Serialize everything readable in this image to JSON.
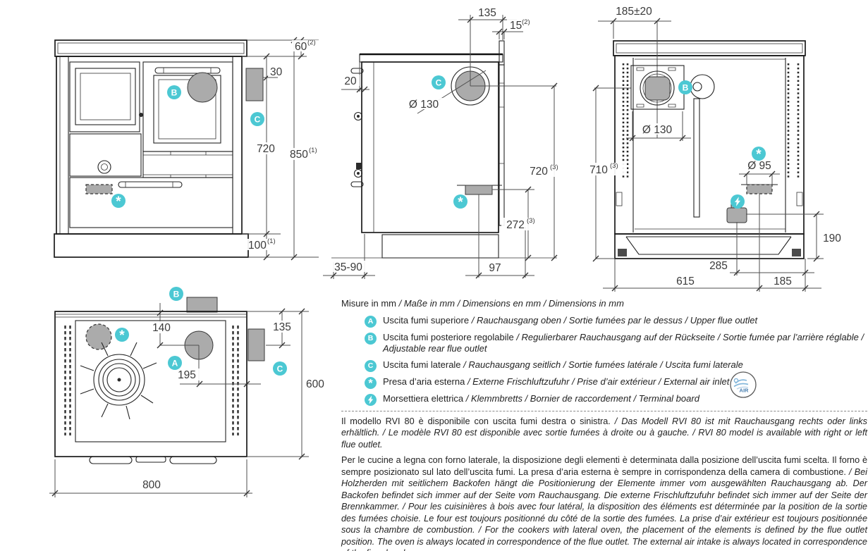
{
  "colors": {
    "accent": "#4cc8d3",
    "fill_gray": "#ababab"
  },
  "views": {
    "front": {
      "badges": {
        "b": "B",
        "c": "C",
        "air": "*"
      },
      "dims": {
        "h60": "60",
        "h60_sup": "(2)",
        "h30": "30",
        "h720": "720",
        "h850": "850",
        "h850_sup": "(1)",
        "h100": "100",
        "h100_sup": "(1)"
      }
    },
    "side": {
      "badges": {
        "c": "C",
        "air": "*"
      },
      "dims": {
        "w135": "135",
        "w15": "15",
        "w15_sup": "(2)",
        "w20": "20",
        "dia130": "Ø 130",
        "h720": "720",
        "h720_sup": "(3)",
        "h272": "272",
        "h272_sup": "(3)",
        "w3590": "35-90",
        "w97": "97"
      }
    },
    "rear": {
      "badges": {
        "b": "B",
        "air": "*"
      },
      "dims": {
        "w185t": "185±20",
        "dia130": "Ø 130",
        "h710": "710",
        "h710_sup": "(3)",
        "dia95": "Ø 95",
        "h190": "190",
        "w285": "285",
        "w615": "615",
        "w185": "185"
      }
    },
    "top": {
      "badges": {
        "a": "A",
        "b": "B",
        "c": "C",
        "air": "*"
      },
      "dims": {
        "w140": "140",
        "w135": "135",
        "w195": "195",
        "d600": "600",
        "w800": "800"
      }
    }
  },
  "legend": {
    "title_regular": "Misure in mm ",
    "title_italic": "/ Maße in mm / Dimensions en mm / Dimensions in mm",
    "air_logo_text": "AIR",
    "items": [
      {
        "badge": "A",
        "regular": "Uscita fumi superiore ",
        "italic": "/ Rauchausgang oben  / Sortie fumées par le dessus / Upper flue outlet"
      },
      {
        "badge": "B",
        "regular": "Uscita fumi posteriore regolabile ",
        "italic": "/  Regulierbarer Rauchausgang auf der Rückseite / Sortie fumée par l’arrière réglable / Adjustable rear flue outlet"
      },
      {
        "badge": "C",
        "regular": "Uscita fumi laterale ",
        "italic": "/ Rauchausgang seitlich  / Sortie fumées latérale / Uscita fumi laterale"
      },
      {
        "badge": "*",
        "regular": "Presa d’aria esterna ",
        "italic": "/ Externe Frischluftzufuhr / Prise d’air extérieur / External air inlet"
      },
      {
        "badge_icon": "lightning-bolt",
        "regular": "Morsettiera elettrica ",
        "italic": "/ Klemmbretts / Bornier de raccordement / Terminal board"
      }
    ]
  },
  "notes": [
    {
      "regular": "Il modello RVI 80 è disponibile con uscita fumi destra o sinistra. ",
      "italic": "/ Das Modell RVI 80 ist mit Rauchausgang rechts oder links erhältlich. / Le modèle RVI 80 est disponible avec sortie fumées à droite ou à gauche. / RVI 80 model is available with right or left flue outlet."
    },
    {
      "regular": "Per le cucine a legna con forno laterale, la disposizione degli elementi è determinata dalla posizione dell’uscita fumi scelta. Il forno è sempre posizionato sul lato dell’uscita fumi. La presa d’aria esterna è sempre in corrispondenza della camera di combustione. ",
      "italic": "/ Bei Holzherden mit seitlichem Backofen hängt die Positionierung der Elemente immer vom ausgewählten Rauchausgang ab. Der Backofen befindet sich immer auf der Seite vom Rauchausgang. Die externe Frischluftzufuhr befindet sich immer auf der Seite der Brennkammer. / Pour les cuisinières à bois avec four latéral, la disposition des éléments est déterminée par la position de la sortie des fumées choisie. Le four est toujours positionné du côté de la sortie des fumées. La prise d’air extérieur est toujours positionnée sous la chambre de combustion. / For the cookers with lateral oven, the placement of the elements is defined by the flue outlet position. The oven is always located in correspondence of the flue outlet. The external air intake is always located in correspondence of the fire chamber."
    }
  ]
}
